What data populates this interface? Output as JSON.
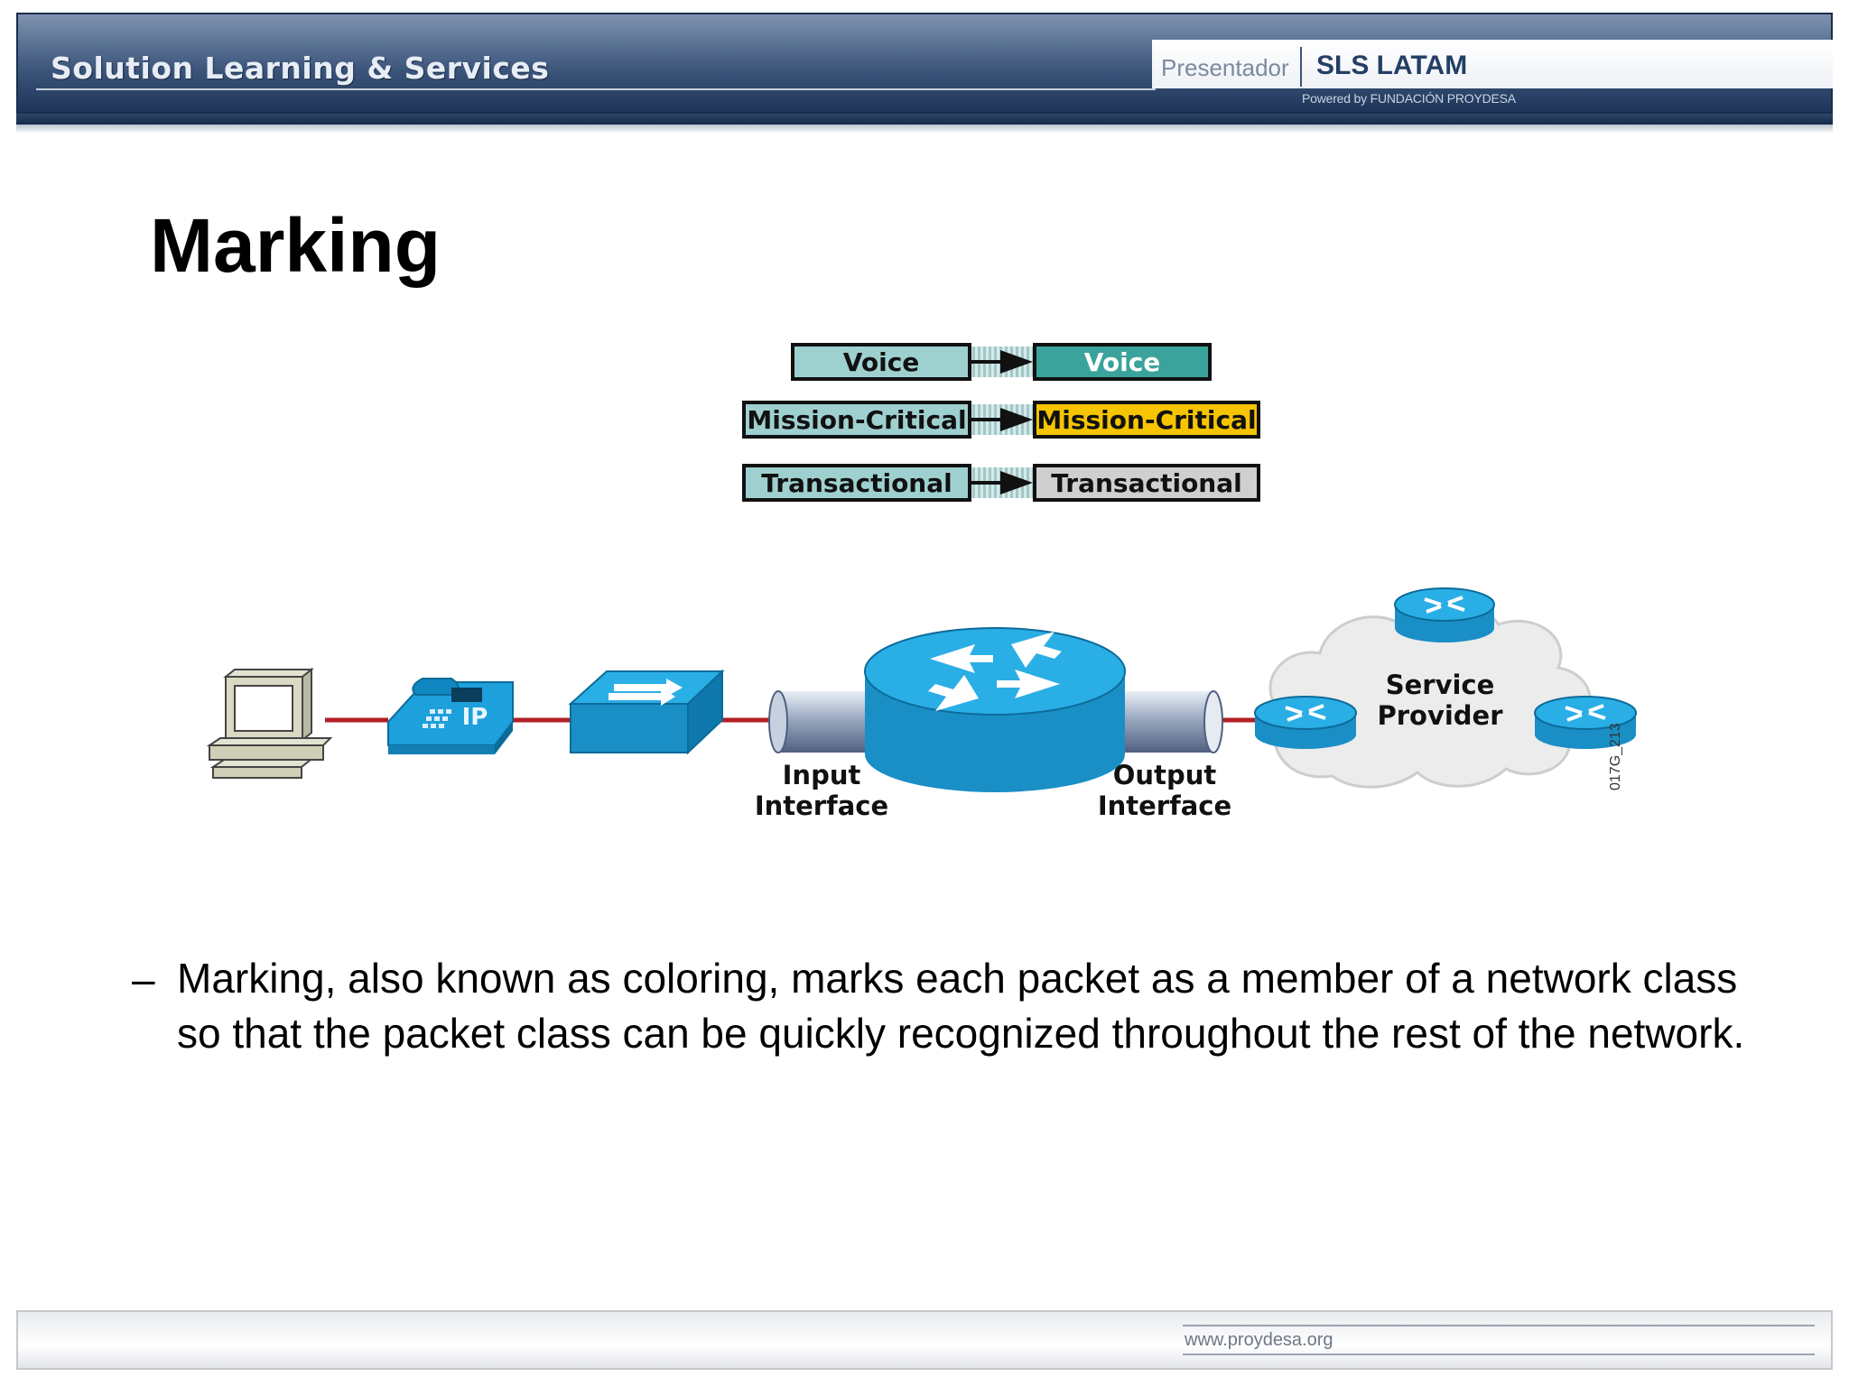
{
  "header": {
    "brand": "Solution Learning & Services",
    "presenter_label": "Presentador",
    "presenter_name": "SLS LATAM",
    "powered_by": "Powered by FUNDACIÓN PROYDESA"
  },
  "slide": {
    "title": "Marking",
    "bullet_marker": "–",
    "bullet_text": "Marking, also known as coloring, marks each packet as a member of a network class so that the packet class can be quickly recognized throughout the rest of the network."
  },
  "diagram": {
    "classes": [
      {
        "input": "Voice",
        "output": "Voice",
        "input_color": "#9fd0d0",
        "output_color": "#3aa39b"
      },
      {
        "input": "Mission-Critical",
        "output": "Mission-Critical",
        "input_color": "#9fd0d0",
        "output_color": "#f6c400"
      },
      {
        "input": "Transactional",
        "output": "Transactional",
        "input_color": "#9fd0d0",
        "output_color": "#cfcfcf"
      }
    ],
    "input_interface": [
      "Input",
      "Interface"
    ],
    "output_interface": [
      "Output",
      "Interface"
    ],
    "provider": [
      "Service",
      "Provider"
    ],
    "phone_label": "IP",
    "figure_id": "017G_213",
    "colors": {
      "device_blue": "#1ea0dc",
      "link_red": "#b21f24",
      "cloud": "#ececec"
    }
  },
  "footer": {
    "url": "www.proydesa.org"
  }
}
